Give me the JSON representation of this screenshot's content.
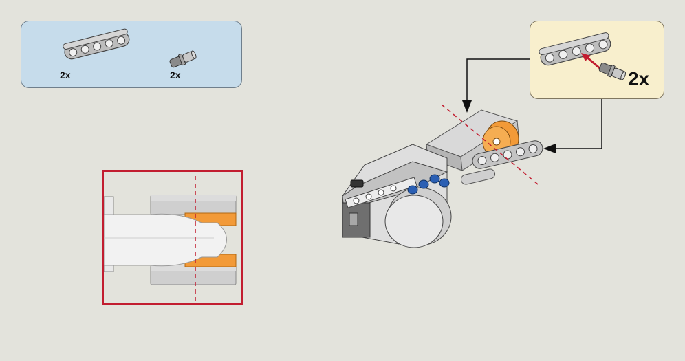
{
  "parts_list": {
    "items": [
      {
        "part": "beam-5-icon",
        "quantity": "2x"
      },
      {
        "part": "connector-pin-icon",
        "quantity": "2x"
      }
    ]
  },
  "sub_assembly": {
    "quantity": "2x",
    "parts": [
      "beam-5-icon",
      "connector-pin-icon"
    ]
  },
  "colors": {
    "parts_panel": "#c6dceb",
    "subassembly_panel": "#f8efcd",
    "detail_frame": "#c21d30",
    "orange_hub": "#f29a38",
    "blue_pin": "#2b5fb3",
    "beam_gray": "#b8b8b8"
  }
}
